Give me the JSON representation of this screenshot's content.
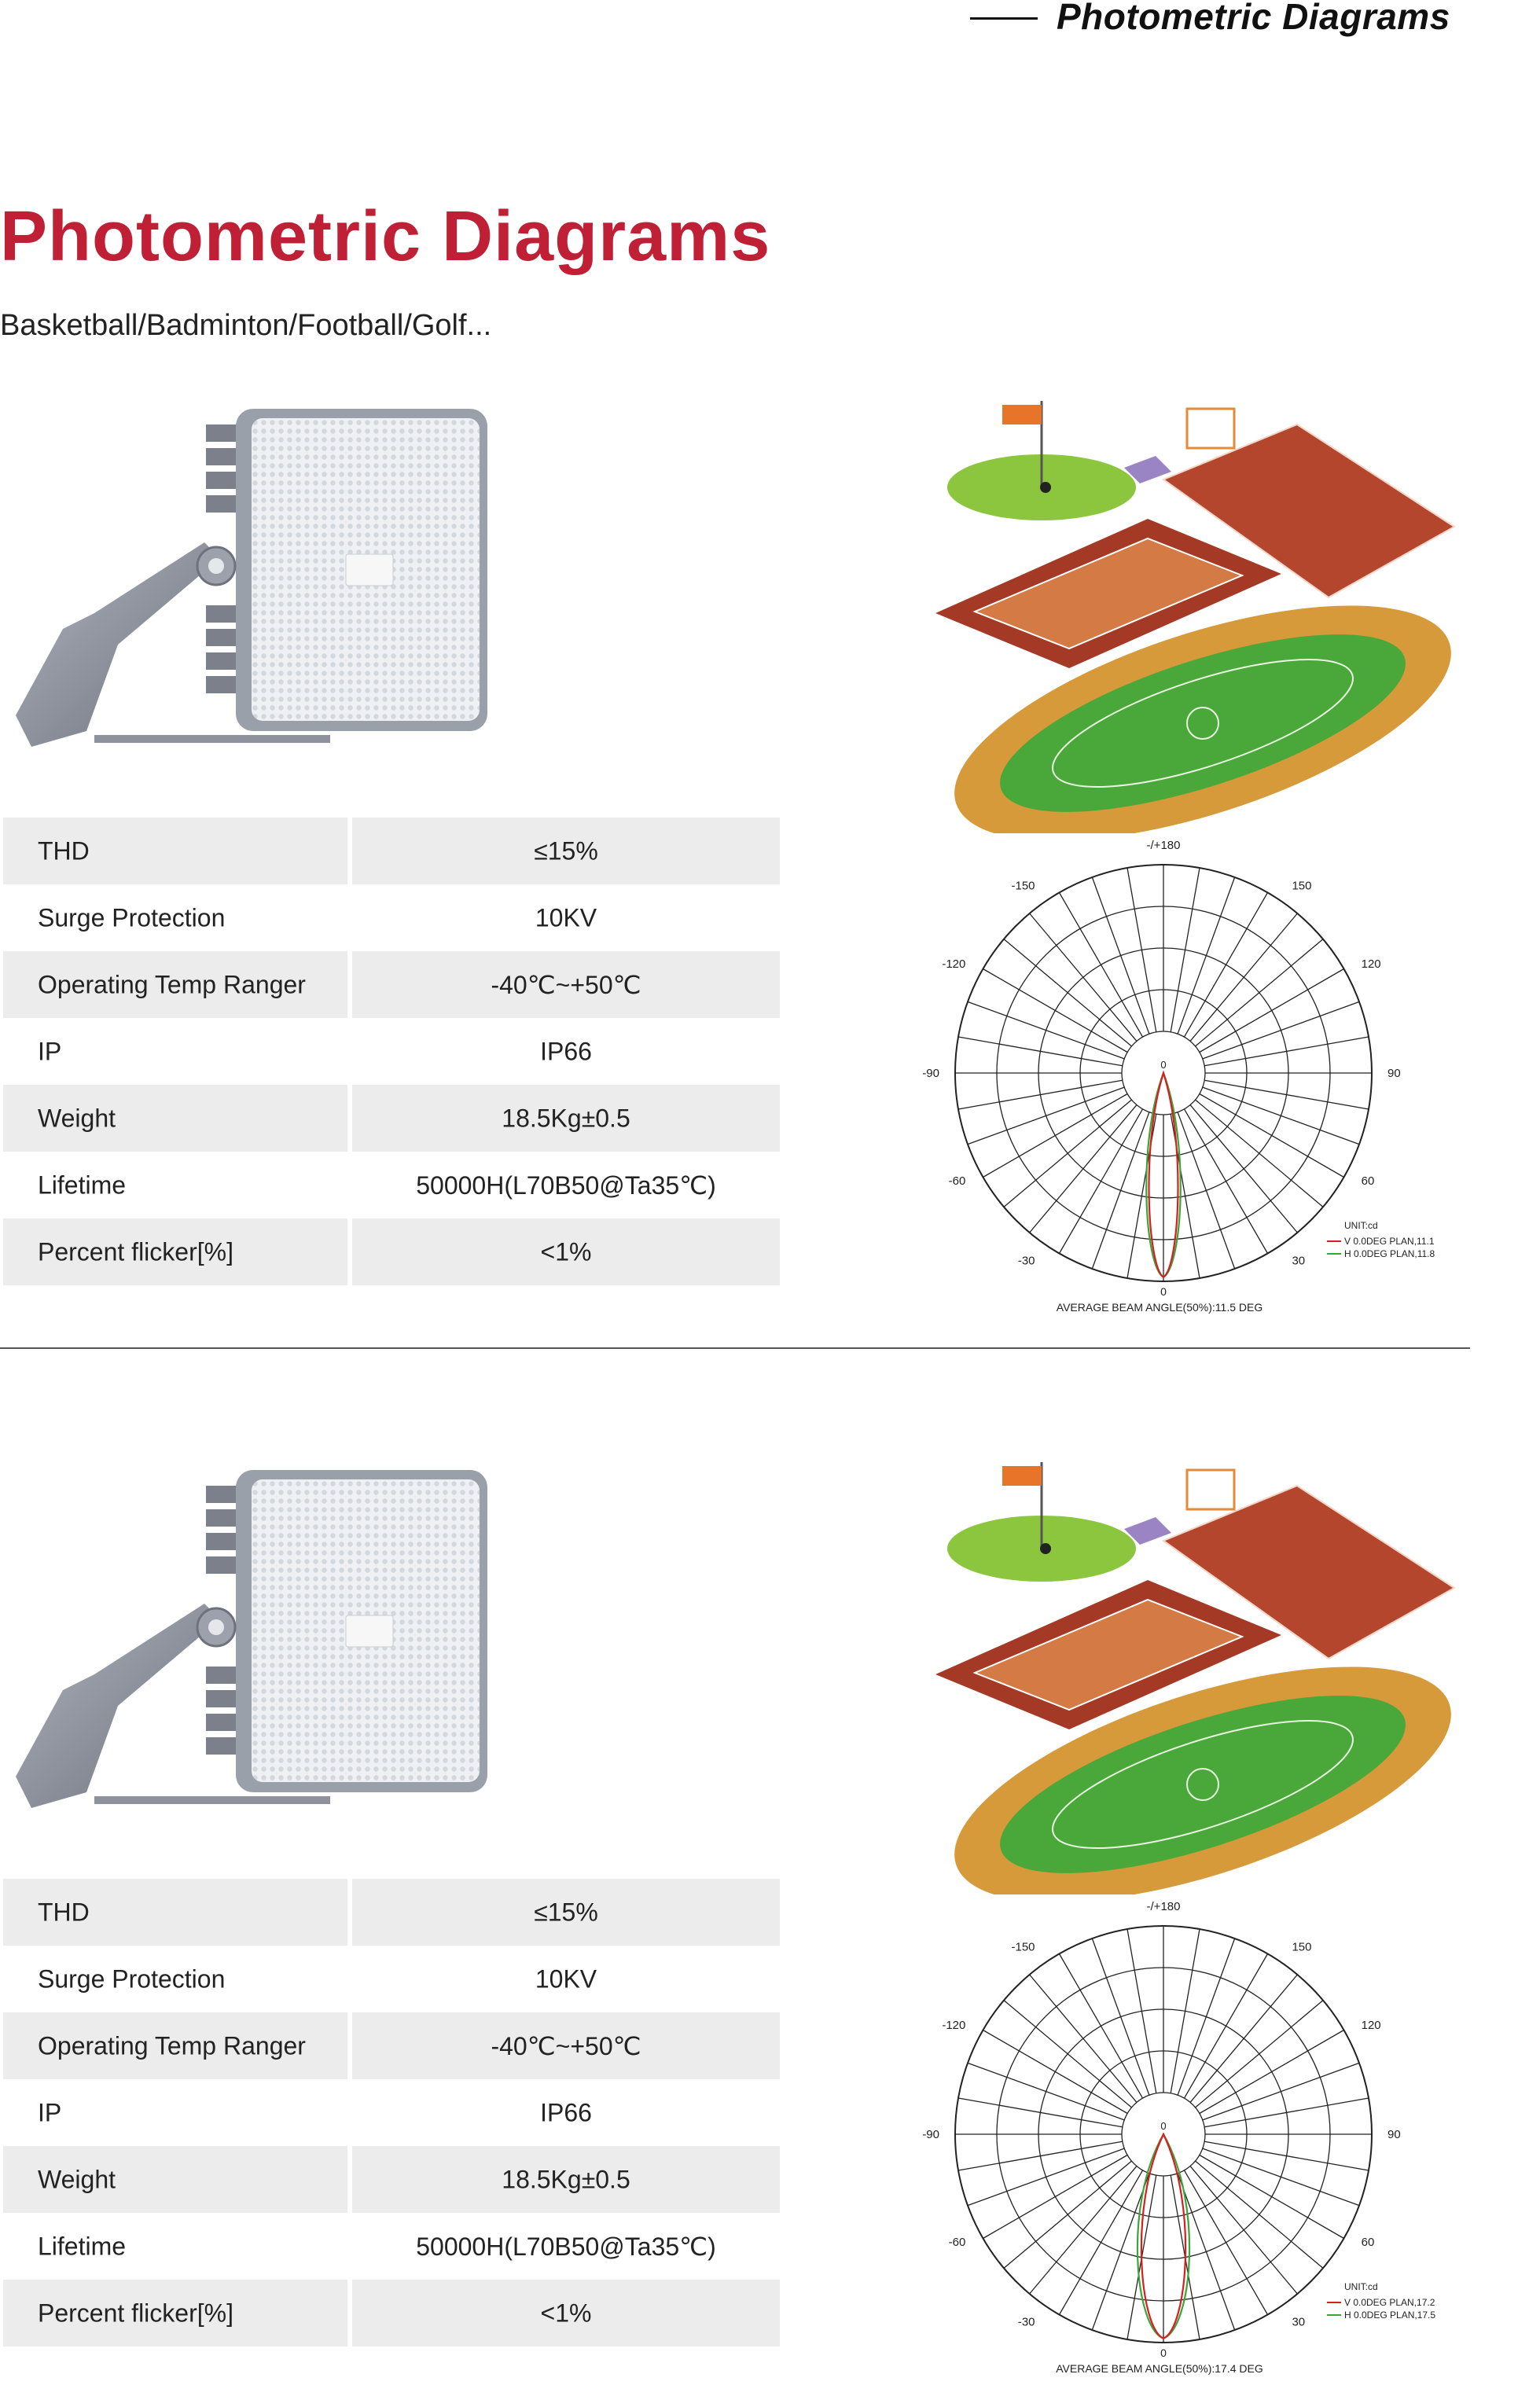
{
  "header": {
    "title": "Photometric Diagrams"
  },
  "page": {
    "title": "Photometric Diagrams",
    "subtitle": "Basketball/Badminton/Football/Golf..."
  },
  "colors": {
    "accent": "#c02035",
    "row_shade": "#ececec",
    "curve_v": "#d62020",
    "curve_h": "#3aa53a"
  },
  "sections": [
    {
      "specs": [
        {
          "label": "THD",
          "value": "≤15%"
        },
        {
          "label": "Surge Protection",
          "value": "10KV"
        },
        {
          "label": "Operating Temp Ranger",
          "value": "-40℃~+50℃"
        },
        {
          "label": "IP",
          "value": "IP66"
        },
        {
          "label": "Weight",
          "value": "18.5Kg±0.5"
        },
        {
          "label": "Lifetime",
          "value": "50000H(L70B50@Ta35℃)"
        },
        {
          "label": "Percent flicker[%]",
          "value": "<1%"
        }
      ],
      "polar": {
        "angle_labels": {
          "top": "-/+180",
          "p150": "150",
          "m150": "-150",
          "p120": "120",
          "m120": "-120",
          "p90": "90",
          "m90": "-90",
          "p60": "60",
          "m60": "-60",
          "p30": "30",
          "m30": "-30",
          "zero": "0",
          "center": "0"
        },
        "unit": "UNIT:cd",
        "legend_v": "V 0.0DEG PLAN,11.1",
        "legend_h": "H 0.0DEG PLAN,11.8",
        "beam_angle": "AVERAGE BEAM ANGLE(50%):11.5 DEG",
        "beam_deg": 11.5
      }
    },
    {
      "specs": [
        {
          "label": "THD",
          "value": "≤15%"
        },
        {
          "label": "Surge Protection",
          "value": "10KV"
        },
        {
          "label": "Operating Temp Ranger",
          "value": "-40℃~+50℃"
        },
        {
          "label": "IP",
          "value": "IP66"
        },
        {
          "label": "Weight",
          "value": "18.5Kg±0.5"
        },
        {
          "label": "Lifetime",
          "value": "50000H(L70B50@Ta35℃)"
        },
        {
          "label": "Percent flicker[%]",
          "value": "<1%"
        }
      ],
      "polar": {
        "angle_labels": {
          "top": "-/+180",
          "p150": "150",
          "m150": "-150",
          "p120": "120",
          "m120": "-120",
          "p90": "90",
          "m90": "-90",
          "p60": "60",
          "m60": "-60",
          "p30": "30",
          "m30": "-30",
          "zero": "0",
          "center": "0"
        },
        "unit": "UNIT:cd",
        "legend_v": "V 0.0DEG PLAN,17.2",
        "legend_h": "H 0.0DEG PLAN,17.5",
        "beam_angle": "AVERAGE BEAM ANGLE(50%):17.4 DEG",
        "beam_deg": 17.4
      }
    }
  ]
}
